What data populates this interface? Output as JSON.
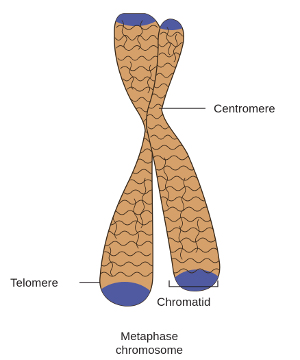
{
  "diagram": {
    "labels": {
      "centromere": "Centromere",
      "telomere": "Telomere",
      "chromatid": "Chromatid",
      "caption_line1": "Metaphase",
      "caption_line2": "chromosome"
    },
    "colors": {
      "chromatin": "#d6a06a",
      "telomere_cap": "#4f5aa0",
      "outline": "#3a2a1a",
      "text": "#231f20",
      "background": "#ffffff"
    }
  }
}
